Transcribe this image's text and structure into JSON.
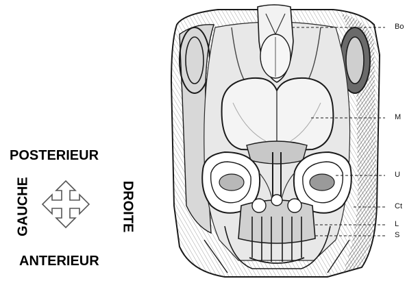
{
  "orientation": {
    "posterior": "POSTERIEUR",
    "anterior": "ANTERIEUR",
    "left": "GAUCHE",
    "right": "DROITE",
    "text_color": "#000000"
  },
  "callouts": [
    {
      "label": "Bo"
    },
    {
      "label": "M"
    },
    {
      "label": "U"
    },
    {
      "label": "Ct"
    },
    {
      "label": "L"
    },
    {
      "label": "S"
    }
  ],
  "colors": {
    "outline": "#1a1a1a",
    "shade_dark": "#3a3a3a",
    "shade_mid": "#8a8a8a",
    "shade_light": "#d8d8d8"
  }
}
